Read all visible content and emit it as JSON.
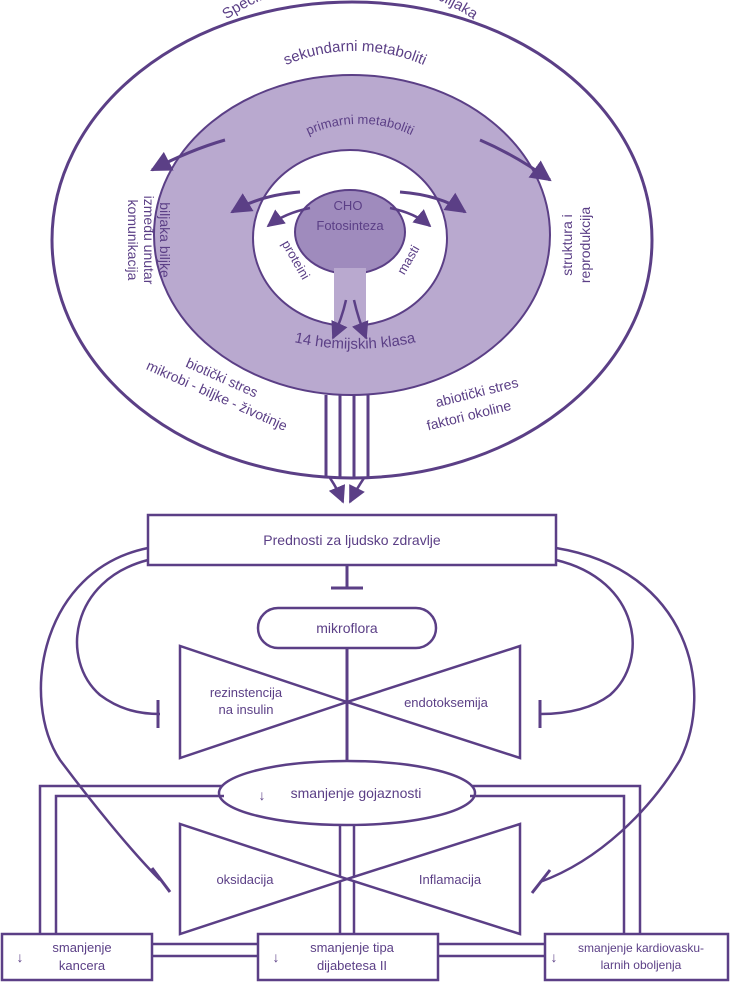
{
  "colors": {
    "stroke": "#5b3f86",
    "inner_fill": "#b9a9cf",
    "core_fill": "#9f8bbd",
    "text": "#5b3f86",
    "background": "#ffffff"
  },
  "diagram": {
    "outer_title": "Specifična bioaktivnost i funkcija biljaka",
    "secondary": "sekundarni metaboliti",
    "primary_line1": "primarni metaboliti",
    "primary_line2": "CHO",
    "core": "Fotosinteza",
    "proteins": "proteini",
    "fats": "masti",
    "classes": "14 hemijskih klasa",
    "comm_line1": "komunikacija",
    "comm_line2": "između unutar",
    "comm_line3": "biljaka biljke",
    "struct_line1": "struktura i",
    "struct_line2": "reprodukcija",
    "biotic_line1": "biotički stres",
    "biotic_line2": "mikrobi - biljke - životinje",
    "abiotic_line1": "abiotički stres",
    "abiotic_line2": "faktori okoline",
    "benefits": "Prednosti za ljudsko zdravlje",
    "microflora": "mikroflora",
    "insulin_line1": "rezinstencija",
    "insulin_line2": "na insulin",
    "endotox": "endotoksemija",
    "obesity": "smanjenje gojaznosti",
    "oxidation": "oksidacija",
    "inflammation": "Inflamacija",
    "cancer_line1": "smanjenje",
    "cancer_line2": "kancera",
    "diabetes_line1": "smanjenje tipa",
    "diabetes_line2": "dijabetesa II",
    "cardio_line1": "smanjenje kardiovasku-",
    "cardio_line2": "larnih oboljenja",
    "down_arrow": "↓"
  }
}
